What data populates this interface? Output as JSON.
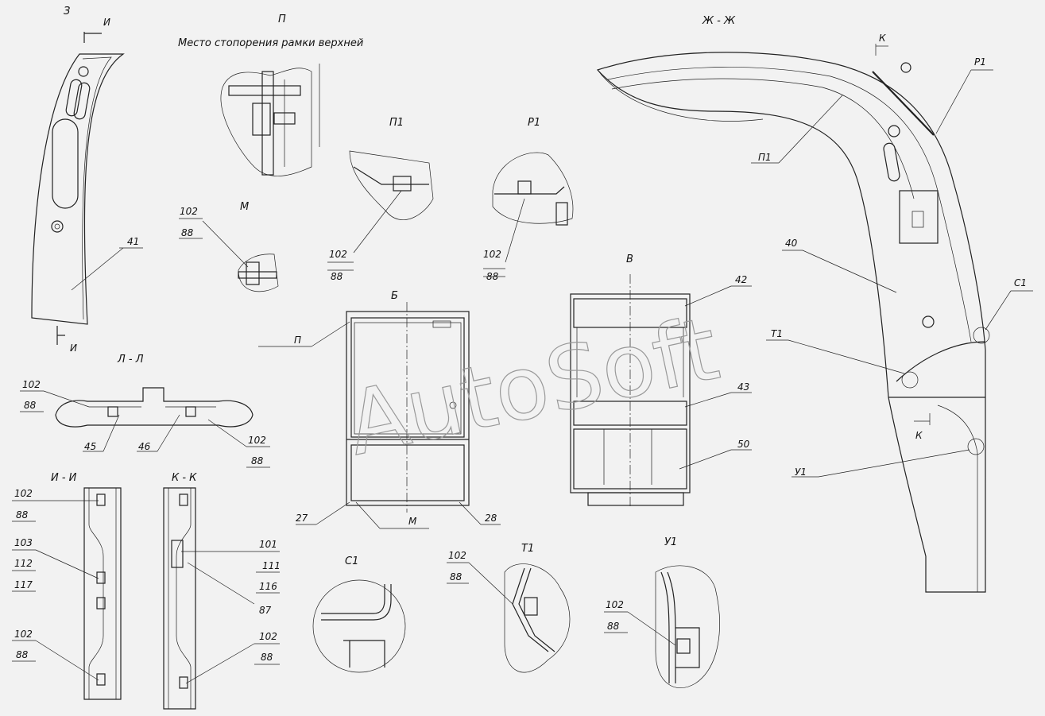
{
  "watermark": "AutoSoft",
  "views": {
    "z": "З",
    "p": "П",
    "p_caption": "Место стопорения рамки верхней",
    "p1": "П1",
    "r1": "Р1",
    "m": "М",
    "b": "Б",
    "v": "В",
    "zh": "Ж - Ж",
    "ll": "Л - Л",
    "ii": "И - И",
    "kk": "К - К",
    "s1": "С1",
    "t1": "Т1",
    "u1": "У1"
  },
  "section_marks": {
    "i_top": "И",
    "i_bottom": "И",
    "k_top": "К",
    "k_bottom": "К"
  },
  "callouts": {
    "p41": "41",
    "m102": "102",
    "m88": "88",
    "p1_102": "102",
    "p1_88": "88",
    "r1_102": "102",
    "r1_88": "88",
    "b_p": "П",
    "b_27": "27",
    "b_28": "28",
    "b_m": "М",
    "v42": "42",
    "v43": "43",
    "v50": "50",
    "zh_r1": "Р1",
    "zh_p1": "П1",
    "zh_40": "40",
    "zh_s1": "С1",
    "zh_t1": "Т1",
    "zh_u1": "У1",
    "ll_102a": "102",
    "ll_88a": "88",
    "ll_45": "45",
    "ll_46": "46",
    "ll_102b": "102",
    "ll_88b": "88",
    "ii_102a": "102",
    "ii_88a": "88",
    "ii_103": "103",
    "ii_112": "112",
    "ii_117": "117",
    "ii_102b": "102",
    "ii_88b": "88",
    "kk_101": "101",
    "kk_111": "111",
    "kk_116": "116",
    "kk_87": "87",
    "kk_102": "102",
    "kk_88": "88",
    "t1_102": "102",
    "t1_88": "88",
    "u1_102": "102",
    "u1_88": "88"
  }
}
